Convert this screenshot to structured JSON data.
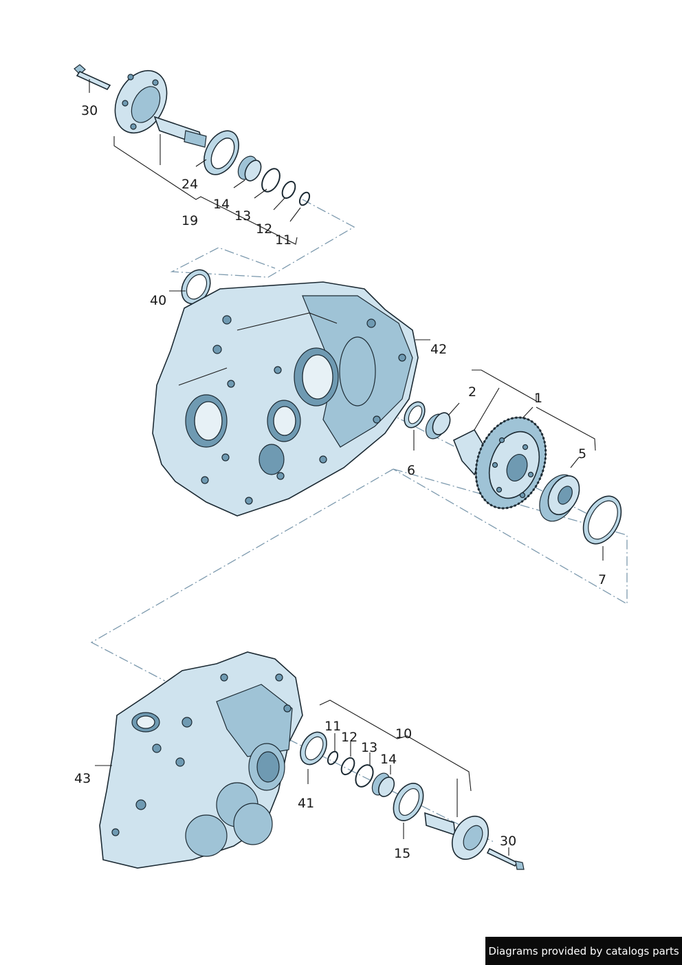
{
  "labels": {
    "l30a": "30",
    "l24": "24",
    "l14a": "14",
    "l13a": "13",
    "l12a": "12",
    "l11a": "11",
    "l19": "19",
    "l40": "40",
    "l42": "42",
    "l2": "2",
    "l1": "1",
    "l5": "5",
    "l6": "6",
    "l7": "7",
    "l43": "43",
    "l11b": "11",
    "l12b": "12",
    "l13b": "13",
    "l14b": "14",
    "l10": "10",
    "l41": "41",
    "l15": "15",
    "l30b": "30"
  },
  "footer": {
    "credit": "Diagrams provided by catalogs parts"
  },
  "colors": {
    "part_fill": "#cfe3ee",
    "part_shade": "#9fc3d6",
    "outline": "#1c2a33",
    "dash_line": "#7d9aae",
    "credit_bg": "#0a0a0a"
  }
}
